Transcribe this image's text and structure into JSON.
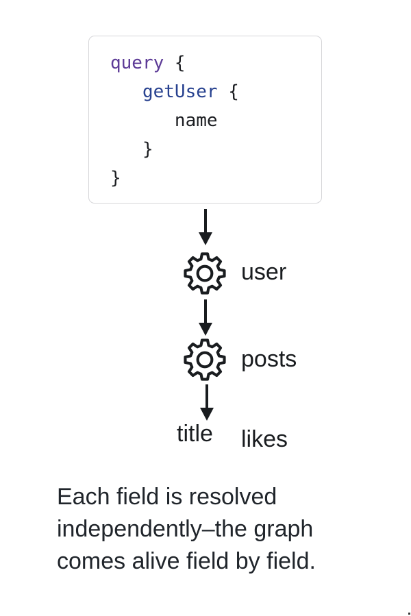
{
  "code_box": {
    "language": "graphql-query",
    "line1": {
      "keyword": "query",
      "rest": " {"
    },
    "line2": {
      "indent": "   ",
      "field": "getUser",
      "rest": " {"
    },
    "line3": "      name",
    "line4": "   }",
    "line5": "}"
  },
  "diagram": {
    "resolver_icon": "gear-icon",
    "arrow_icon": "arrow-down-icon",
    "steps": [
      {
        "label": "user"
      },
      {
        "label": "posts"
      }
    ],
    "leaf_fields": {
      "left": "title",
      "right": "likes"
    }
  },
  "caption": {
    "lines": [
      "Each field is resolved",
      "independently–the graph",
      "comes alive field by field."
    ]
  },
  "colors": {
    "keyword_purple": "#5c3a96",
    "field_blue": "#27418f",
    "code_text": "#1b1d21",
    "diagram_ink": "#191c1f",
    "caption_text": "#20252b",
    "box_border": "#d5d5d8",
    "background": "#ffffff"
  }
}
